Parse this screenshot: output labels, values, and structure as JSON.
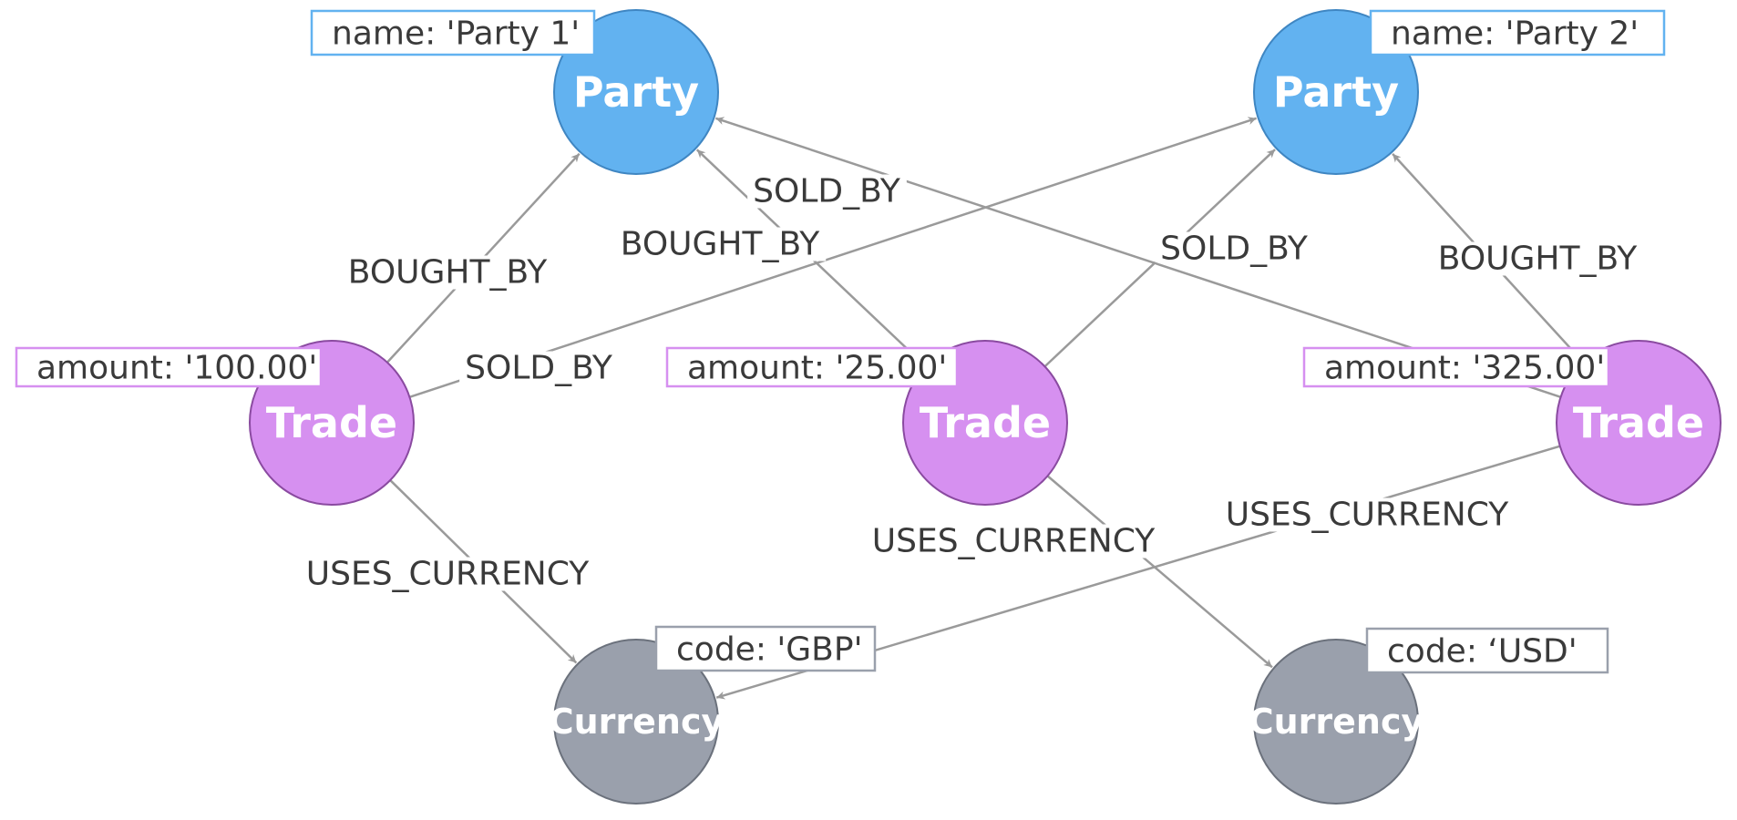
{
  "colors": {
    "party": "#62b2f0",
    "party_border": "#3f86c2",
    "trade": "#d690f0",
    "trade_border": "#8a4aa0",
    "currency": "#9aa0ac",
    "currency_border": "#6b717c",
    "edge": "#9a9a9a",
    "edge_label_text": "#3a3a3a",
    "background": "#ffffff"
  },
  "nodes": [
    {
      "id": "party1",
      "type": "party",
      "label": "Party",
      "property": "name: 'Party 1'"
    },
    {
      "id": "party2",
      "type": "party",
      "label": "Party",
      "property": "name: 'Party 2'"
    },
    {
      "id": "trade1",
      "type": "trade",
      "label": "Trade",
      "property": "amount: '100.00'"
    },
    {
      "id": "trade2",
      "type": "trade",
      "label": "Trade",
      "property": "amount: '25.00'"
    },
    {
      "id": "trade3",
      "type": "trade",
      "label": "Trade",
      "property": "amount: '325.00'"
    },
    {
      "id": "gbp",
      "type": "currency",
      "label": "Currency",
      "property": "code: 'GBP'"
    },
    {
      "id": "usd",
      "type": "currency",
      "label": "Currency",
      "property": "code: ‘USD'"
    }
  ],
  "edges": [
    {
      "id": "e1",
      "from": "trade1",
      "to": "party1",
      "label": "BOUGHT_BY"
    },
    {
      "id": "e2",
      "from": "trade1",
      "to": "party2",
      "label": "SOLD_BY"
    },
    {
      "id": "e3",
      "from": "trade1",
      "to": "gbp",
      "label": "USES_CURRENCY"
    },
    {
      "id": "e4",
      "from": "trade2",
      "to": "party1",
      "label": "BOUGHT_BY"
    },
    {
      "id": "e5",
      "from": "trade2",
      "to": "party2",
      "label": "SOLD_BY"
    },
    {
      "id": "e6",
      "from": "trade2",
      "to": "usd",
      "label": "USES_CURRENCY"
    },
    {
      "id": "e7",
      "from": "trade3",
      "to": "party1",
      "label": "SOLD_BY"
    },
    {
      "id": "e8",
      "from": "trade3",
      "to": "party2",
      "label": "BOUGHT_BY"
    },
    {
      "id": "e9",
      "from": "trade3",
      "to": "gbp",
      "label": "USES_CURRENCY"
    }
  ]
}
